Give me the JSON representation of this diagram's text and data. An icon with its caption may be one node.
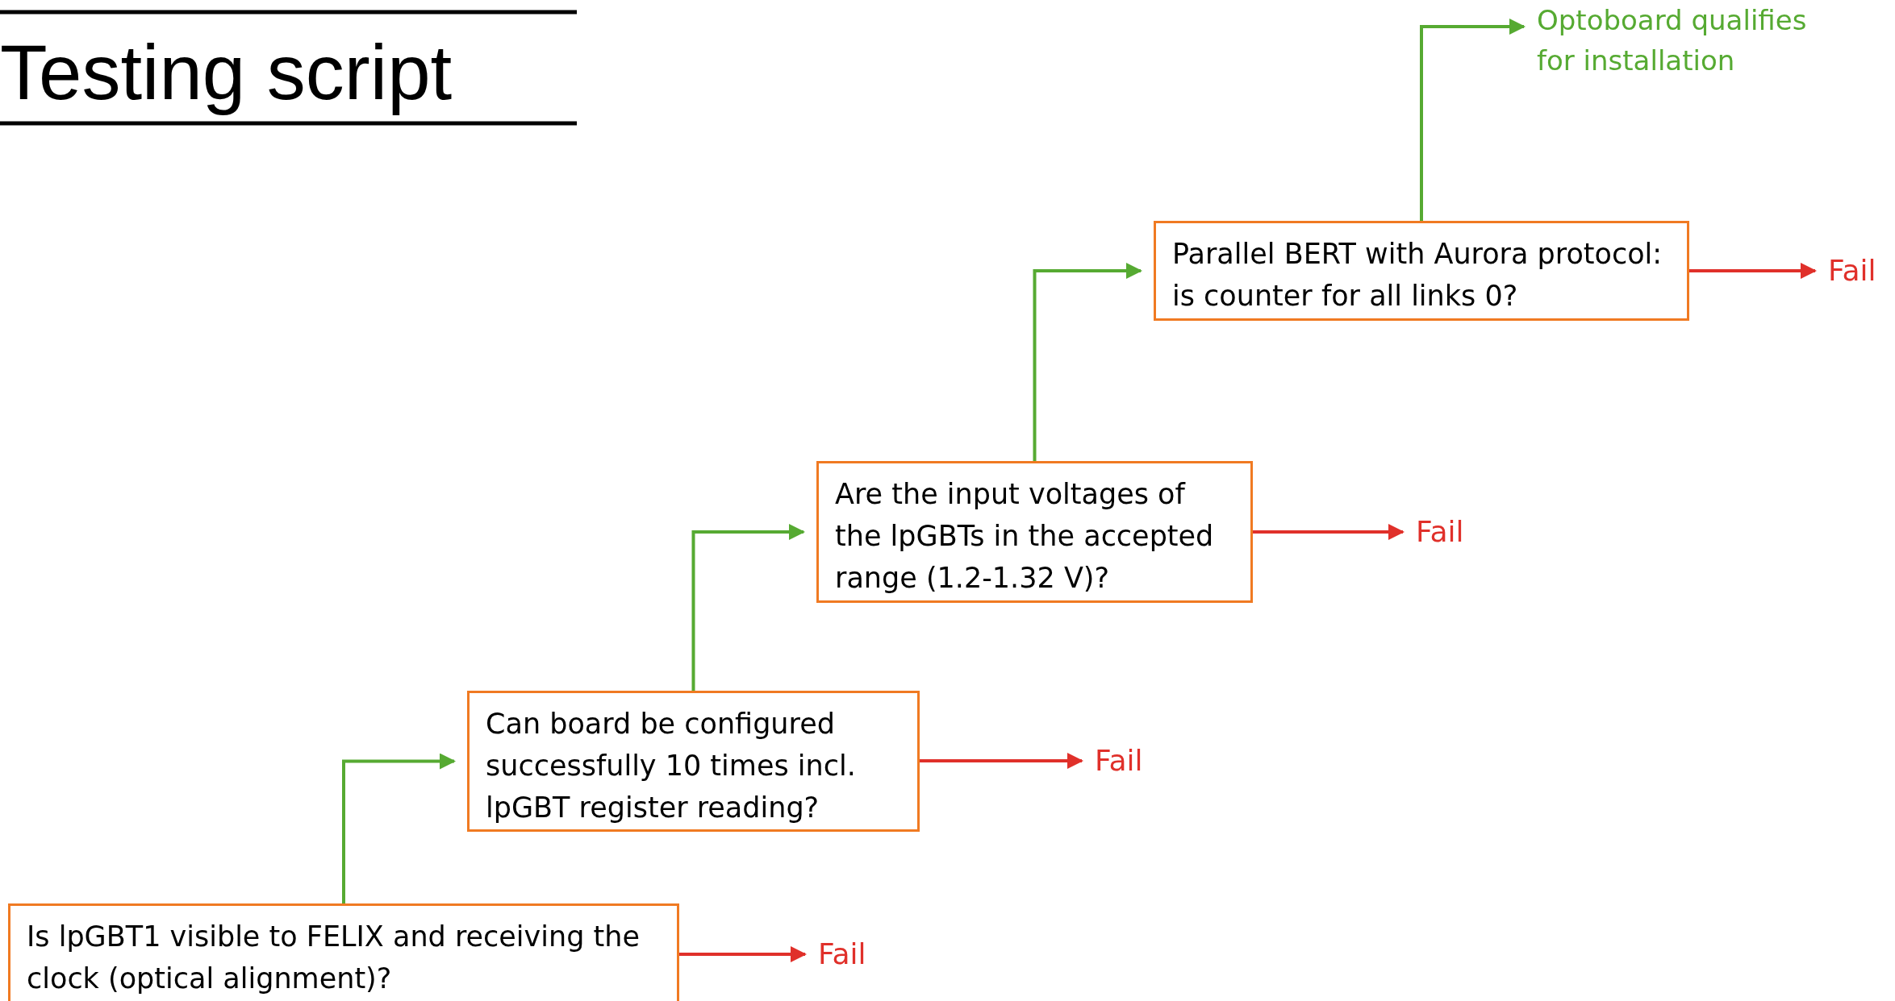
{
  "diagram": {
    "title": "Testing script",
    "nodes": [
      {
        "text": [
          "Optoboard qualifies for installation"
        ]
      },
      {
        "text": [
          "Parallel BERT with Aurora protocol: is counter for all links 0?"
        ]
      },
      {
        "text": [
          "Fail"
        ]
      },
      {
        "text": [
          "Are the input voltages of the lpGBTs in the accepted range (1.2-1.32 V)?"
        ]
      },
      {
        "text": [
          "Fail"
        ]
      },
      {
        "text": [
          "Can board be configured successfully 10 times incl. lpGBT register reading?"
        ]
      },
      {
        "text": [
          "Fail"
        ]
      },
      {
        "text": [
          "Is lpGBT1 visible to FELIX and receiving the clock (optical alignment)?"
        ]
      },
      {
        "text": [
          "Fail"
        ]
      }
    ],
    "edges": [
      {
        "from": 7,
        "to": 5,
        "arrow": "to"
      },
      {
        "from": 5,
        "to": 3,
        "arrow": "to"
      },
      {
        "from": 3,
        "to": 1,
        "arrow": "to"
      },
      {
        "from": 1,
        "to": 0,
        "arrow": "to"
      },
      {
        "from": 7,
        "to": 8,
        "arrow": "to",
        "color": "#e0302a"
      },
      {
        "from": 5,
        "to": 6,
        "arrow": "to",
        "color": "#e0302a"
      },
      {
        "from": 3,
        "to": 4,
        "arrow": "to",
        "color": "#e0302a"
      },
      {
        "from": 1,
        "to": 2,
        "arrow": "to",
        "color": "#e0302a"
      }
    ]
  }
}
